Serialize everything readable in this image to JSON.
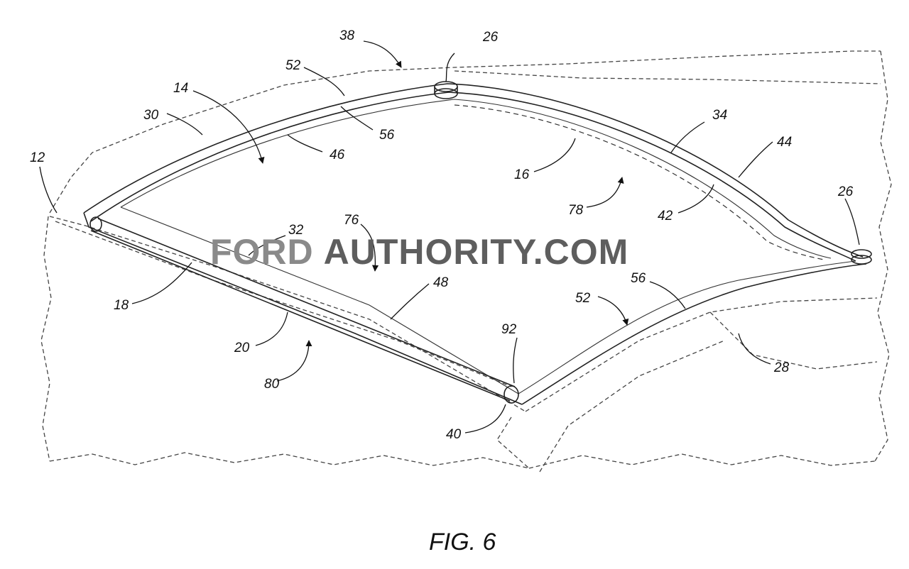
{
  "figure": {
    "caption": "FIG. 6"
  },
  "watermark": {
    "brand": "FORD",
    "domain": "AUTHORITY.COM",
    "brand_color": "#8a8a8a",
    "domain_color": "#5e5e5e"
  },
  "reference_numerals": {
    "n12": "12",
    "n14": "14",
    "n16": "16",
    "n18": "18",
    "n20": "20",
    "n26a": "26",
    "n26b": "26",
    "n28": "28",
    "n30": "30",
    "n32": "32",
    "n34": "34",
    "n38": "38",
    "n40": "40",
    "n42": "42",
    "n44": "44",
    "n46": "46",
    "n48": "48",
    "n52a": "52",
    "n52b": "52",
    "n56a": "56",
    "n56b": "56",
    "n76": "76",
    "n78": "78",
    "n80": "80",
    "n92": "92"
  }
}
